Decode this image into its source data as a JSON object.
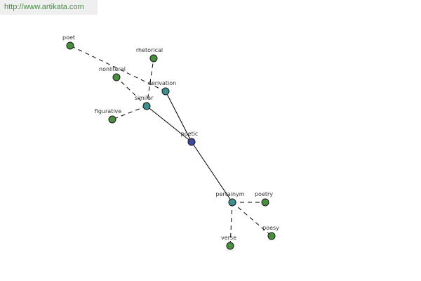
{
  "header": {
    "url_text": "http://www.artikata.com"
  },
  "colors": {
    "center_node": "#3b4a9a",
    "relation_node": "#3f8f8f",
    "word_node": "#4a8f3f",
    "edge": "#000000",
    "url_text": "#4b8a4b"
  },
  "graph": {
    "nodes": [
      {
        "id": "poetic",
        "label": "poetic",
        "kind": "center"
      },
      {
        "id": "similar",
        "label": "similar",
        "kind": "relation"
      },
      {
        "id": "derivation",
        "label": "derivation",
        "kind": "relation"
      },
      {
        "id": "pertainym",
        "label": "pertainym",
        "kind": "relation"
      },
      {
        "id": "poet",
        "label": "poet",
        "kind": "word"
      },
      {
        "id": "rhetorical",
        "label": "rhetorical",
        "kind": "word"
      },
      {
        "id": "nonliteral",
        "label": "nonliteral",
        "kind": "word"
      },
      {
        "id": "figurative",
        "label": "figurative",
        "kind": "word"
      },
      {
        "id": "poetry",
        "label": "poetry",
        "kind": "word"
      },
      {
        "id": "poesy",
        "label": "poesy",
        "kind": "word"
      },
      {
        "id": "verse",
        "label": "verse",
        "kind": "word"
      }
    ],
    "edges": [
      {
        "from": "poetic",
        "to": "similar",
        "style": "solid"
      },
      {
        "from": "poetic",
        "to": "derivation",
        "style": "solid"
      },
      {
        "from": "poetic",
        "to": "pertainym",
        "style": "solid"
      },
      {
        "from": "derivation",
        "to": "poet",
        "style": "dashed"
      },
      {
        "from": "similar",
        "to": "rhetorical",
        "style": "dashed"
      },
      {
        "from": "similar",
        "to": "nonliteral",
        "style": "dashed"
      },
      {
        "from": "similar",
        "to": "figurative",
        "style": "dashed"
      },
      {
        "from": "pertainym",
        "to": "poetry",
        "style": "dashed"
      },
      {
        "from": "pertainym",
        "to": "poesy",
        "style": "dashed"
      },
      {
        "from": "pertainym",
        "to": "verse",
        "style": "dashed"
      }
    ]
  }
}
